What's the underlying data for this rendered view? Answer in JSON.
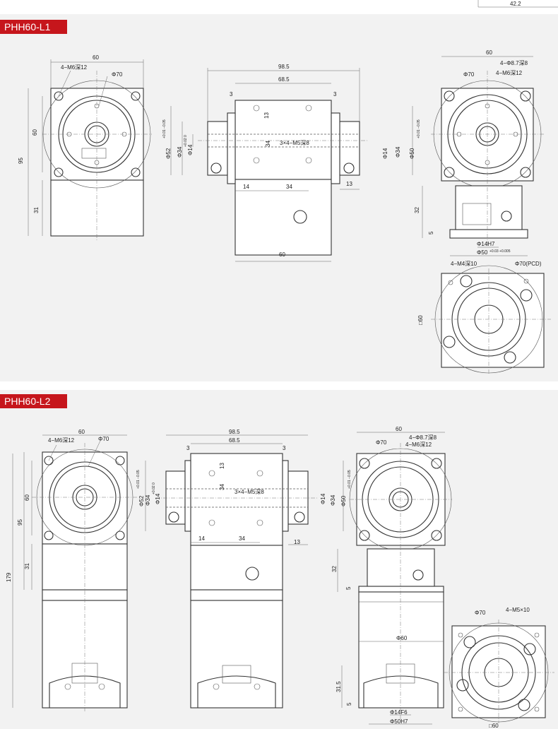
{
  "top_strip": {
    "dim": "42.2"
  },
  "sections": [
    {
      "tag": "PHH60-L1",
      "front": {
        "w": "60",
        "h1": "60",
        "h2": "95",
        "h3": "31",
        "holes": "4−M6深12",
        "pcd": "Φ70"
      },
      "side": {
        "w1": "98.5",
        "w2": "68.5",
        "d13": "13",
        "d34v": "34",
        "d3l": "3",
        "d3r": "3",
        "taps": "3×4−M5深8",
        "b14": "14",
        "b34": "34",
        "b13": "13",
        "b60": "60",
        "phi52": "Φ52",
        "phi52tol": "+0.01 −0.05",
        "phi34l": "Φ34",
        "phi14l": "Φ14",
        "phi14tol": "+0.02 0",
        "phi14r": "Φ14",
        "phi34r": "Φ34",
        "phi50": "Φ50",
        "phi50tol": "+0.01 −0.05"
      },
      "right": {
        "w": "60",
        "holes1": "4−Φ8.7深8",
        "holes2": "4−M6深12",
        "pcd": "Φ70",
        "h32": "32",
        "h5": "5",
        "bore": "Φ14H7",
        "spigot": "Φ50",
        "spigottol": "+0.03 +0.005"
      },
      "bottom": {
        "holes": "4−M4深10",
        "pcd": "Φ70(PCD)",
        "sq": "□60"
      }
    },
    {
      "tag": "PHH60-L2",
      "front": {
        "w": "60",
        "h1": "60",
        "h2": "95",
        "h3": "31",
        "htotal": "179",
        "holes": "4−M6深12",
        "pcd": "Φ70"
      },
      "side": {
        "w1": "98.5",
        "w2": "68.5",
        "d13": "13",
        "d34v": "34",
        "d3l": "3",
        "d3r": "3",
        "taps": "3×4−M5深8",
        "b14": "14",
        "b34": "34",
        "b13": "13",
        "phi52": "Φ52",
        "phi52tol": "+0.01 −0.05",
        "phi34l": "Φ34",
        "phi14l": "Φ14",
        "phi14tol": "+0.02 0",
        "phi14r": "Φ14",
        "phi34r": "Φ34",
        "phi50": "Φ50",
        "phi50tol": "+0.01 −0.05"
      },
      "right": {
        "w": "60",
        "holes1": "4−Φ8.7深8",
        "holes2": "4−M6深12",
        "pcd": "Φ70",
        "h32": "32",
        "h5": "5",
        "mid": "Φ60",
        "h315": "31.5",
        "h5b": "5",
        "shaft": "Φ14F6",
        "bore": "Φ50H7",
        "spigotsq": "□60"
      },
      "bottom": {
        "holes": "4−M5×10",
        "pcd": "Φ70"
      }
    }
  ]
}
